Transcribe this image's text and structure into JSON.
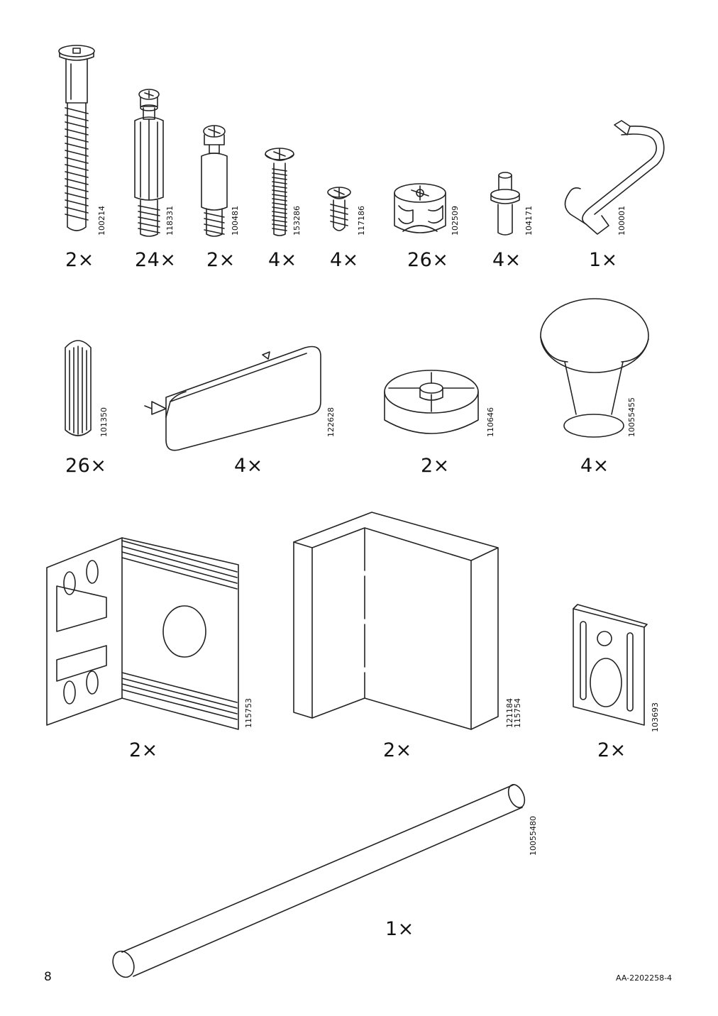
{
  "page": {
    "page_number": "8",
    "document_id": "AA-2202258-4"
  },
  "parts": [
    {
      "id": "p1",
      "article": "100214",
      "quantity": "2×"
    },
    {
      "id": "p2",
      "article": "118331",
      "quantity": "24×"
    },
    {
      "id": "p3",
      "article": "100481",
      "quantity": "2×"
    },
    {
      "id": "p4",
      "article": "153286",
      "quantity": "4×"
    },
    {
      "id": "p5",
      "article": "117186",
      "quantity": "4×"
    },
    {
      "id": "p6",
      "article": "102509",
      "quantity": "26×"
    },
    {
      "id": "p7",
      "article": "104171",
      "quantity": "4×"
    },
    {
      "id": "p8",
      "article": "100001",
      "quantity": "1×"
    },
    {
      "id": "p9",
      "article": "101350",
      "quantity": "26×"
    },
    {
      "id": "p10",
      "article": "122628",
      "quantity": "4×"
    },
    {
      "id": "p11",
      "article": "110646",
      "quantity": "2×"
    },
    {
      "id": "p12",
      "article": "10055455",
      "quantity": "4×"
    },
    {
      "id": "p13",
      "article": "115753",
      "quantity": "2×"
    },
    {
      "id": "p14",
      "article": "121184",
      "article_2": "115754",
      "quantity": "2×"
    },
    {
      "id": "p15",
      "article": "103693",
      "quantity": "2×"
    },
    {
      "id": "p16",
      "article": "10055480",
      "quantity": "1×"
    }
  ]
}
